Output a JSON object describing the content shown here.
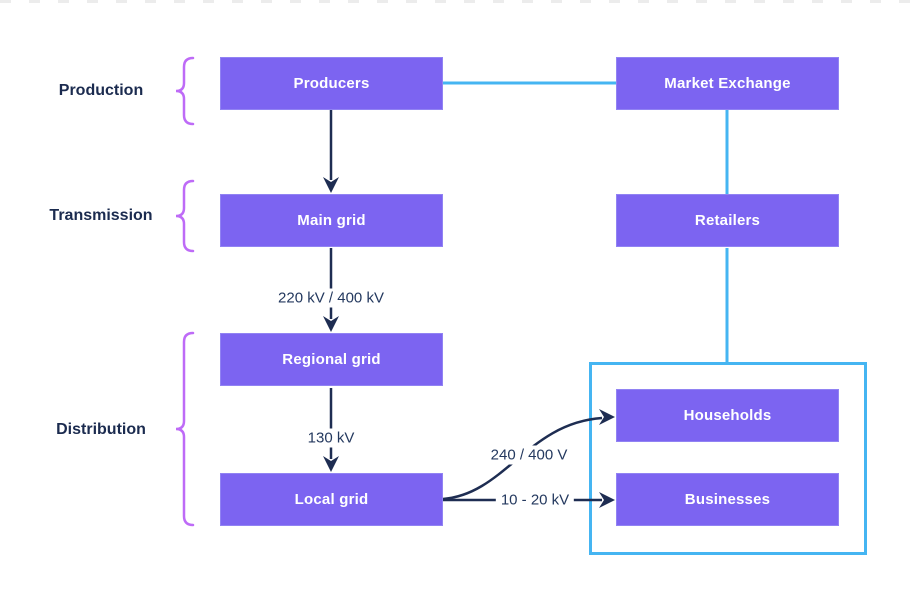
{
  "diagram": {
    "type": "flow-diagram",
    "subject": "electricity-grid"
  },
  "colors": {
    "node_fill": "#7C64F1",
    "node_text": "#ffffff",
    "arrow_navy": "#1E2D52",
    "connector_blue": "#45B5F2",
    "brace_purple": "#BE6BF7",
    "group_label_navy": "#1B2B4F",
    "page_break_dash_gray": "#ECECEC",
    "background": "#ffffff"
  },
  "groups": [
    {
      "label": "Production"
    },
    {
      "label": "Transmission"
    },
    {
      "label": "Distribution"
    }
  ],
  "nodes": {
    "producers": {
      "label": "Producers"
    },
    "main_grid": {
      "label": "Main grid"
    },
    "regional_grid": {
      "label": "Regional grid"
    },
    "local_grid": {
      "label": "Local grid"
    },
    "market_exchange": {
      "label": "Market Exchange"
    },
    "retailers": {
      "label": "Retailers"
    },
    "households": {
      "label": "Households"
    },
    "businesses": {
      "label": "Businesses"
    }
  },
  "edges": {
    "main_to_regional_label": "220 kV / 400 kV",
    "regional_to_local_label": "130 kV",
    "local_to_households_label": "240 / 400 V",
    "local_to_businesses_label": "10 - 20 kV"
  }
}
